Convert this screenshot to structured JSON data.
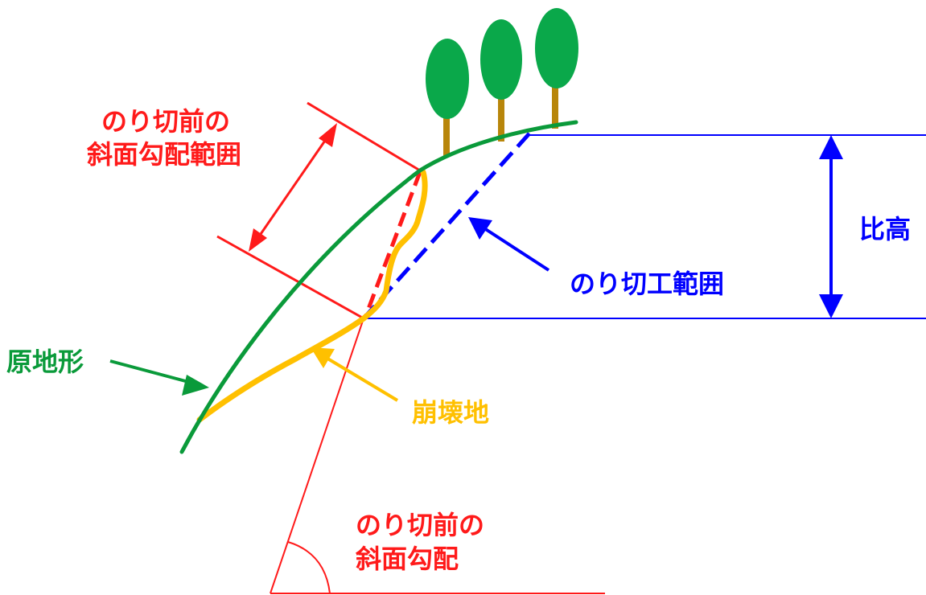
{
  "labels": {
    "slope_range_line1": "のり切前の",
    "slope_range_line2": "斜面勾配範囲",
    "relative_height": "比高",
    "cut_range": "のり切工範囲",
    "original_terrain": "原地形",
    "collapse_site": "崩壊地",
    "slope_angle_line1": "のり切前の",
    "slope_angle_line2": "斜面勾配"
  },
  "colors": {
    "red": "#ff1a1a",
    "blue": "#0000ff",
    "green": "#0a9a3a",
    "orange": "#ffc000",
    "tree_foliage": "#0aa84a",
    "tree_trunk": "#b8860b"
  }
}
